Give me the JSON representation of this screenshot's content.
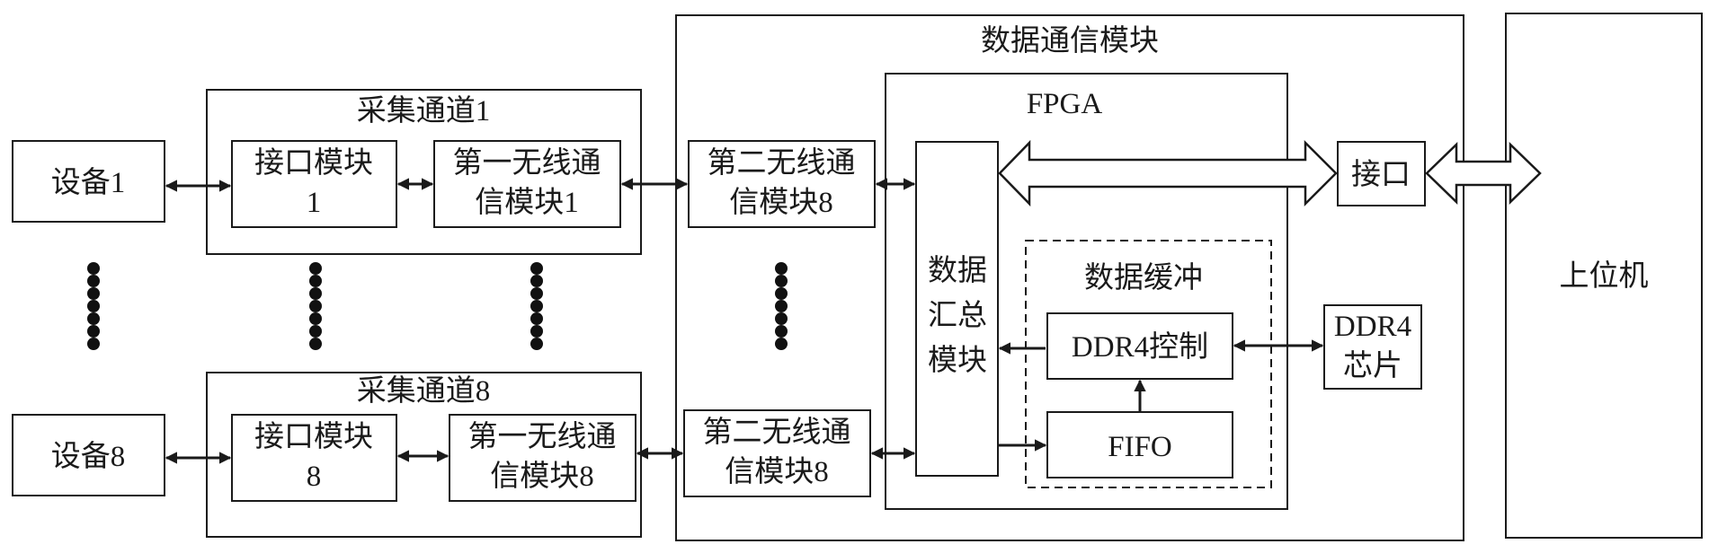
{
  "labels": {
    "device1": "设备1",
    "device8": "设备8",
    "channel1_title": "采集通道1",
    "channel8_title": "采集通道8",
    "iface_mod1_l1": "接口模块",
    "iface_mod1_l2": "1",
    "iface_mod8_l1": "接口模块",
    "iface_mod8_l2": "8",
    "wireless1_ch1_l1": "第一无线通",
    "wireless1_ch1_l2": "信模块1",
    "wireless1_ch8_l1": "第一无线通",
    "wireless1_ch8_l2": "信模块8",
    "comm_module_title": "数据通信模块",
    "wireless2_top_l1": "第二无线通",
    "wireless2_top_l2": "信模块8",
    "wireless2_bot_l1": "第二无线通",
    "wireless2_bot_l2": "信模块8",
    "fpga_title": "FPGA",
    "aggregate_l1": "数据",
    "aggregate_l2": "汇总",
    "aggregate_l3": "模块",
    "buffer_title": "数据缓冲",
    "ddr4_ctrl": "DDR4控制",
    "fifo": "FIFO",
    "ddr4_chip_l1": "DDR4",
    "ddr4_chip_l2": "芯片",
    "interface": "接口",
    "host": "上位机"
  }
}
